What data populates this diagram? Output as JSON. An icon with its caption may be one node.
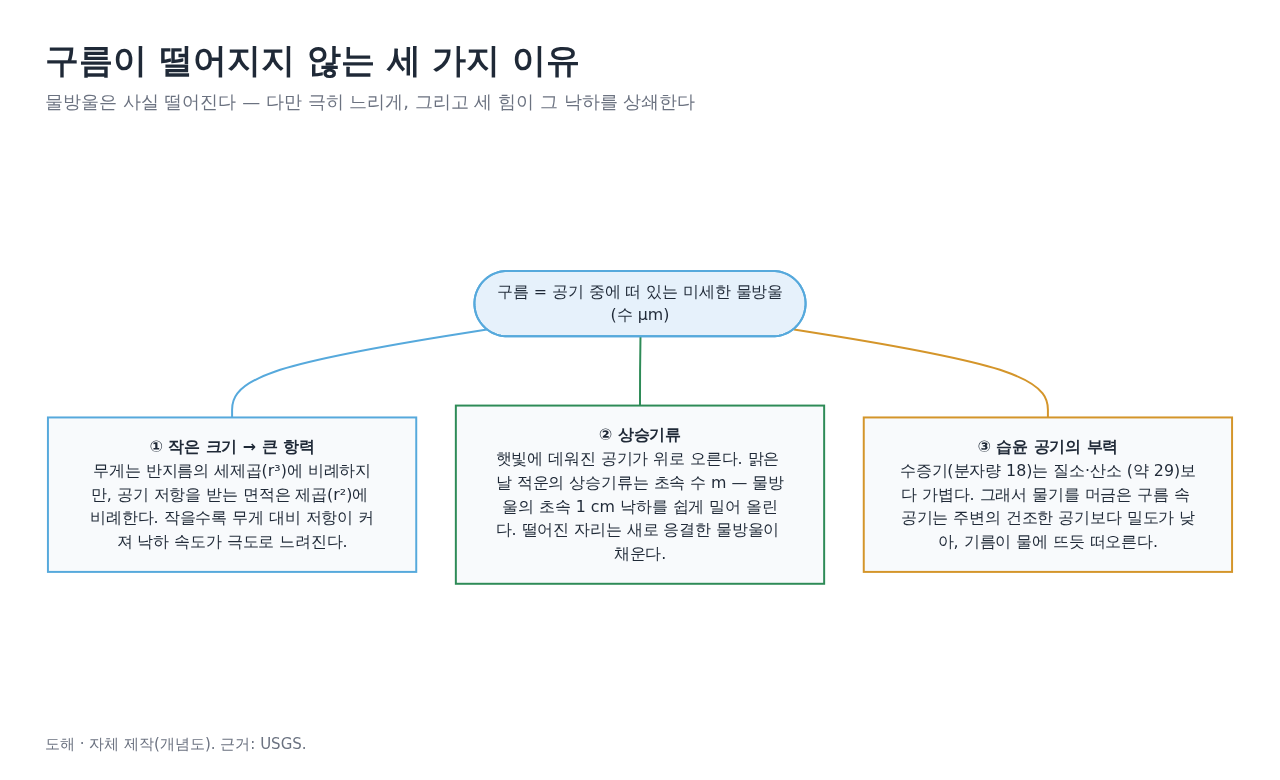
{
  "diagram": {
    "title": "구름이 떨어지지 않는 세 가지 이유",
    "caption": "도해 · 자체 제작(개념도). 근거: USGS.",
    "labels": [
      "물방울은 사실 떨어진다 — 다만 극히 느리게, 그리고 세 힘이 그 낙하를 상쇄한다"
    ],
    "nodes": [
      {
        "text": [
          "구름 = 공기 중에 떠 있는 미세한 물방울(수 µm)"
        ]
      },
      {
        "text": [
          "① 작은 크기 → 큰 항력",
          "무게는 반지름의 세제곱(r³)에 비례하지만, 공기 저항을 받는 면적은 제곱(r²)에 비례한다. 작을수록 무게 대비 저항이 커져 낙하 속도가 극도로 느려진다."
        ]
      },
      {
        "text": [
          "② 상승기류",
          "햇빛에 데워진 공기가 위로 오른다. 맑은 날 적운의 상승기류는 초속 수 m — 물방울의 초속 1 cm 낙하를 쉽게 밀어 올린다. 떨어진 자리는 새로 응결한 물방울이 채운다."
        ]
      },
      {
        "text": [
          "③ 습윤 공기의 부력",
          "수증기(분자량 18)는 질소·산소 (약 29)보다 가볍다. 그래서 물기를 머금은 구름 속 공기는 주변의 건조한 공기보다 밀도가 낮아, 기름이 물에 뜨듯 떠오른다."
        ]
      }
    ],
    "edges": [
      {
        "from": 0,
        "to": 1,
        "arrow": "none",
        "color": "#56a9dc"
      },
      {
        "from": 0,
        "to": 2,
        "arrow": "none",
        "color": "#2e8b57"
      },
      {
        "from": 0,
        "to": 3,
        "arrow": "none",
        "color": "#d4952a"
      }
    ]
  }
}
